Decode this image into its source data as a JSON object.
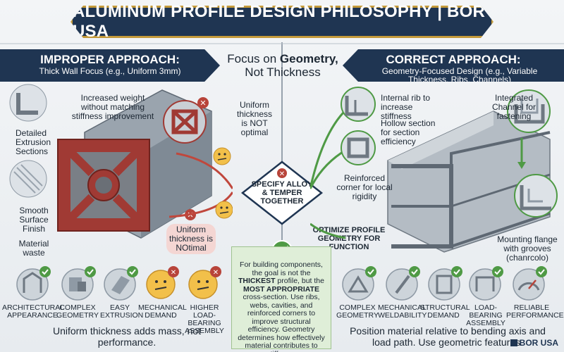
{
  "title": "ALUMINUM PROFILE DESIGN PHILOSOPHY | BOR USA",
  "center_heading": {
    "line1": "Focus on ",
    "bold": "Geometry,",
    "line2": "Not Thickness"
  },
  "left": {
    "heading": "IMPROPER APPROACH:",
    "subheading": "Thick Wall Focus (e.g., Uniform 3mm)",
    "labels": {
      "weight": "Increased weight without matching stiffness improvement",
      "detailed": "Detailed Extrusion Sections",
      "smooth": "Smooth Surface Finish",
      "waste": "Material waste",
      "uniform_top": "Uniform thickness is NOT optimal",
      "uniform_bottom": "Uniform thickness is NOtimal"
    },
    "icons": [
      "ARCHITECTURAL APPEARANCE",
      "COMPLEX GEOMETRY",
      "EASY EXTRUSION",
      "MECHANICAL DEMAND",
      "HIGHER LOAD-BEARING ASSEMBLY"
    ],
    "footer": "Uniform thickness adds mass, not performance."
  },
  "center": {
    "specify": "SPECIFY ALLOY & TEMPER TOGETHER",
    "optimize": "OPTIMIZE PROFILE GEOMETRY FOR FUNCTION",
    "callout": {
      "p1": "For building components, the goal is not the ",
      "p1b": "THICKEST",
      "p1c": " profile, but the ",
      "p1d": "MOST APPROPRIATE",
      "p1e": " cross-section. Use ribs, webs, cavities, and reinforced corners to improve structural efficiency. Geometry determines how effectively material contributes to stiffness."
    }
  },
  "right": {
    "heading": "CORRECT APPROACH:",
    "subheading": "Geometry-Focused Design (e.g., Variable Thickness, Ribs, Channels)",
    "labels": {
      "rib": "Internal rib to increase stiffness",
      "hollow": "Hollow section for section efficiency",
      "channel": "Integrated Channel for fastening",
      "corner": "Reinforced corner for local rigidity",
      "flange": "Mounting flange with grooves (chanrcolo)"
    },
    "icons": [
      "COMPLEX GEOMETRY",
      "MECHANICAL WELDABILITY",
      "STRUCTURAL DEMAND",
      "LOAD-BEARING ASSEMBLY",
      "RELIABLE PERFORMANCE"
    ],
    "footer": "Position material relative to bending axis and load path. Use geometric features."
  },
  "logo": "BOR USA",
  "colors": {
    "navy": "#1f3552",
    "gold": "#c49a3a",
    "red": "#b8443a",
    "green": "#4f9a45",
    "metal": "#8f9aa5"
  }
}
